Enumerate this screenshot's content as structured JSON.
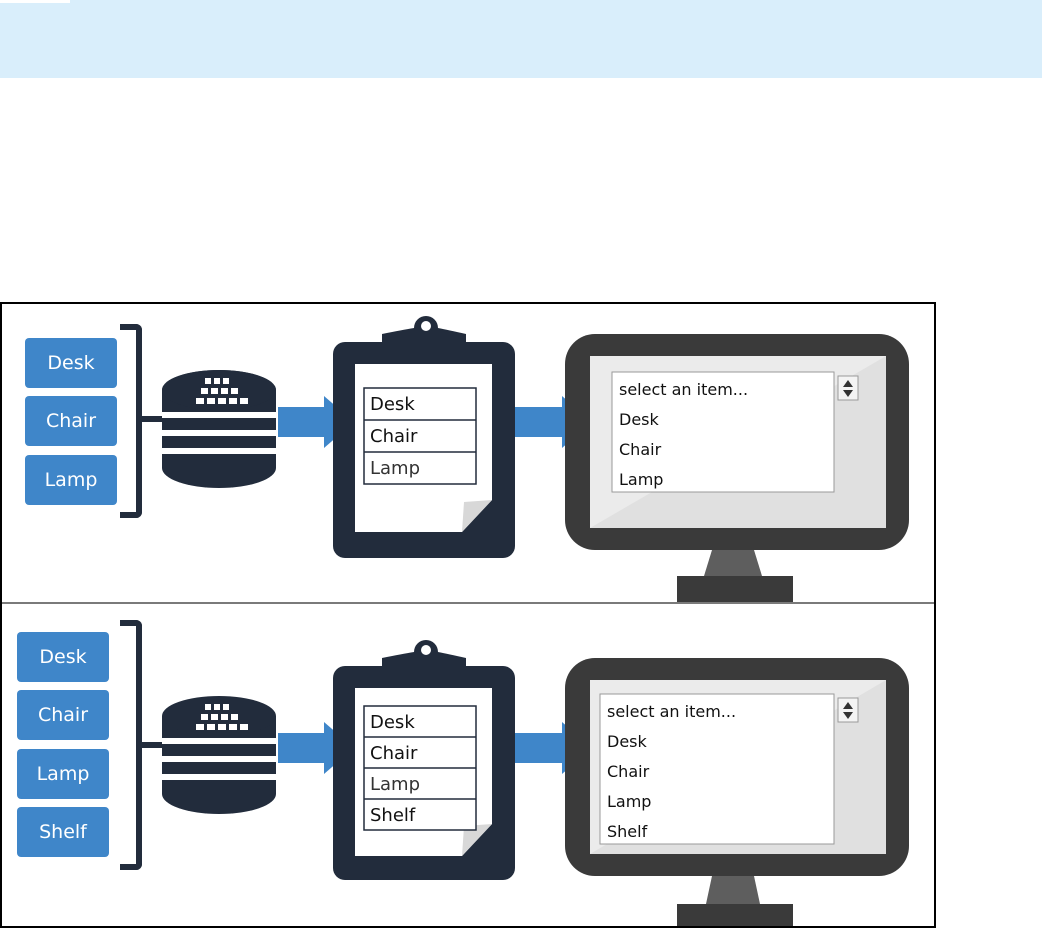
{
  "colors": {
    "banner": "#d9eefb",
    "item_box": "#3f86c9",
    "arrow": "#3f86c9",
    "dark": "#222c3c",
    "monitor": "#3a3a3a"
  },
  "panels": [
    {
      "items": [
        "Desk",
        "Chair",
        "Lamp"
      ],
      "clipboard_rows": [
        "Desk",
        "Chair",
        "Lamp"
      ],
      "dropdown_placeholder": "select an item...",
      "dropdown_options": [
        "Desk",
        "Chair",
        "Lamp"
      ]
    },
    {
      "items": [
        "Desk",
        "Chair",
        "Lamp",
        "Shelf"
      ],
      "clipboard_rows": [
        "Desk",
        "Chair",
        "Lamp",
        "Shelf"
      ],
      "dropdown_placeholder": "select an item...",
      "dropdown_options": [
        "Desk",
        "Chair",
        "Lamp",
        "Shelf"
      ]
    }
  ],
  "icons": {
    "database": "database-icon",
    "clipboard": "clipboard-icon",
    "monitor": "monitor-icon",
    "arrow": "arrow-right-icon",
    "spinner": "up-down-arrows-icon"
  }
}
